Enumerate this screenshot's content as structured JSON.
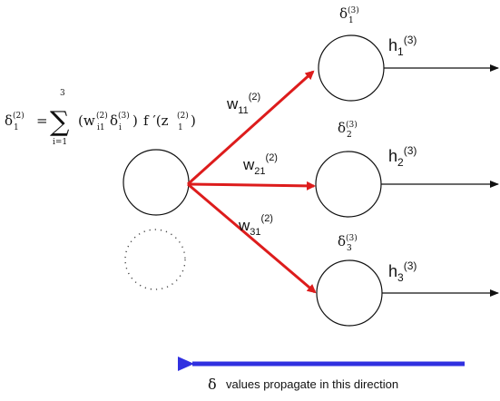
{
  "formula": {
    "lhs_symbol": "δ",
    "lhs_sub": "1",
    "lhs_sup": "(2)",
    "equals": "=",
    "sum_symbol": "∑",
    "sum_upper": "3",
    "sum_lower": "i=1",
    "term_open": "(w",
    "term_w_sub": "i1",
    "term_w_sup": "(2)",
    "term_delta": "δ",
    "term_delta_sub": "i",
    "term_delta_sup": "(3)",
    "term_close": ")",
    "deriv_f": "f ′(z",
    "deriv_sub": "1",
    "deriv_sup": "(2)",
    "deriv_close": ")"
  },
  "weights": [
    {
      "main": "w",
      "sub": "11",
      "sup": "(2)"
    },
    {
      "main": "w",
      "sub": "21",
      "sup": "(2)"
    },
    {
      "main": "w",
      "sub": "31",
      "sup": "(2)"
    }
  ],
  "outputs": [
    {
      "main": "h",
      "sub": "1",
      "sup": "(3)"
    },
    {
      "main": "h",
      "sub": "2",
      "sup": "(3)"
    },
    {
      "main": "h",
      "sub": "3",
      "sup": "(3)"
    }
  ],
  "deltas": [
    {
      "main": "δ",
      "sub": "1",
      "sup": "(3)"
    },
    {
      "main": "δ",
      "sub": "2",
      "sup": "(3)"
    },
    {
      "main": "δ",
      "sub": "3",
      "sup": "(3)"
    }
  ],
  "caption": {
    "delta": "δ",
    "text": "values propagate in this direction"
  },
  "colors": {
    "forward_edges": "#dd1c1c",
    "backprop_arrow": "#3030e0",
    "nodes": "#111111"
  },
  "icons": {
    "hidden_node": "circle-outline",
    "dotted_node": "dotted-circle",
    "output_arrow": "arrow-right",
    "backprop_arrow": "arrow-left"
  }
}
